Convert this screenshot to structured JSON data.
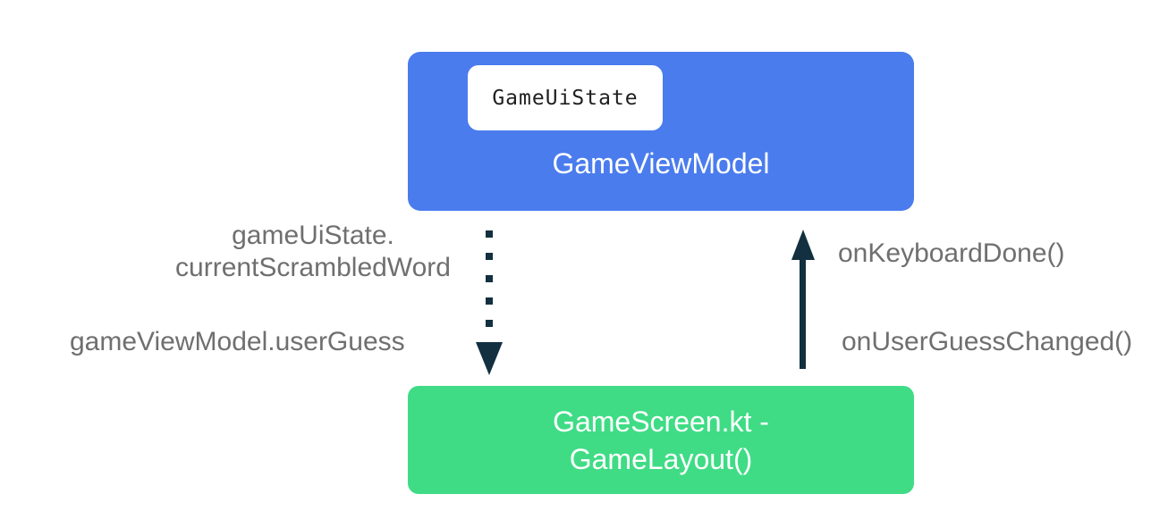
{
  "diagram": {
    "viewmodel_box": {
      "badge_label": "GameUiState",
      "label": "GameViewModel",
      "color": "#4A7CEE"
    },
    "screen_box": {
      "label": "GameScreen.kt -\nGameLayout()",
      "color": "#3FDC85"
    },
    "state_flow": {
      "line_top": "gameUiState.\ncurrentScrambledWord",
      "line_bottom": "gameViewModel.userGuess",
      "direction": "viewmodel-to-screen",
      "style": "dotted"
    },
    "event_flow": {
      "line_top": "onKeyboardDone()",
      "line_bottom": "onUserGuessChanged()",
      "direction": "screen-to-viewmodel",
      "style": "solid"
    },
    "colors": {
      "arrow": "#12303F",
      "label_text": "#6F6F6F",
      "box_text": "#FFFFFF",
      "badge_text": "#1F1F1F",
      "background": "#FFFFFF"
    }
  }
}
